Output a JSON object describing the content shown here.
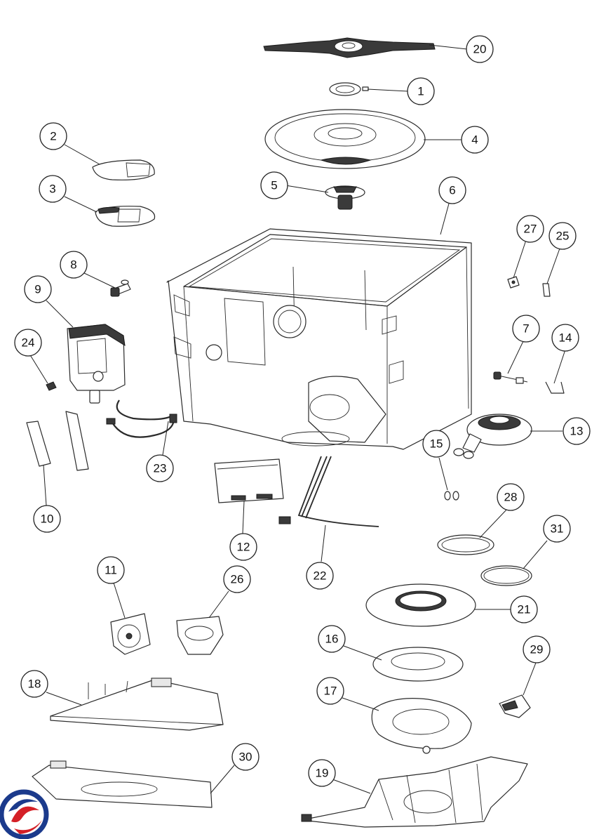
{
  "callouts": [
    {
      "id": "20",
      "label": "20"
    },
    {
      "id": "1",
      "label": "1"
    },
    {
      "id": "4",
      "label": "4"
    },
    {
      "id": "2",
      "label": "2"
    },
    {
      "id": "3",
      "label": "3"
    },
    {
      "id": "5",
      "label": "5"
    },
    {
      "id": "6",
      "label": "6"
    },
    {
      "id": "27",
      "label": "27"
    },
    {
      "id": "25",
      "label": "25"
    },
    {
      "id": "8",
      "label": "8"
    },
    {
      "id": "9",
      "label": "9"
    },
    {
      "id": "24",
      "label": "24"
    },
    {
      "id": "7",
      "label": "7"
    },
    {
      "id": "14",
      "label": "14"
    },
    {
      "id": "13",
      "label": "13"
    },
    {
      "id": "15",
      "label": "15"
    },
    {
      "id": "23",
      "label": "23"
    },
    {
      "id": "10",
      "label": "10"
    },
    {
      "id": "12",
      "label": "12"
    },
    {
      "id": "28",
      "label": "28"
    },
    {
      "id": "31",
      "label": "31"
    },
    {
      "id": "22",
      "label": "22"
    },
    {
      "id": "11",
      "label": "11"
    },
    {
      "id": "26",
      "label": "26"
    },
    {
      "id": "21",
      "label": "21"
    },
    {
      "id": "16",
      "label": "16"
    },
    {
      "id": "29",
      "label": "29"
    },
    {
      "id": "18",
      "label": "18"
    },
    {
      "id": "17",
      "label": "17"
    },
    {
      "id": "30",
      "label": "30"
    },
    {
      "id": "19",
      "label": "19"
    }
  ],
  "logo": {
    "colors": {
      "blue": "#1b3a8c",
      "red": "#d42027"
    }
  }
}
